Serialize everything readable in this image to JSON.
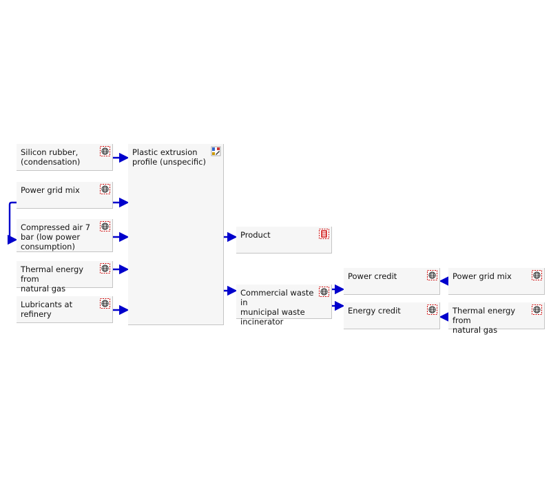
{
  "diagram": {
    "nodes": {
      "silicon_rubber": {
        "label": "Silicon rubber,\n(condensation)",
        "icon": "globe-process-icon"
      },
      "power_grid_mix_1": {
        "label": "Power grid mix",
        "icon": "globe-process-icon"
      },
      "compressed_air": {
        "label": "Compressed air 7\nbar (low power\nconsumption)",
        "icon": "globe-process-icon"
      },
      "thermal_energy_1": {
        "label": "Thermal energy from\nnatural gas",
        "icon": "globe-process-icon"
      },
      "lubricants": {
        "label": "Lubricants at refinery",
        "icon": "globe-process-icon"
      },
      "plastic_extrusion": {
        "label": "Plastic extrusion\nprofile (unspecific)",
        "icon": "main-process-icon"
      },
      "product": {
        "label": "Product",
        "icon": "product-icon"
      },
      "commercial_waste": {
        "label": "Commercial waste in\nmunicipal waste\nincinerator",
        "icon": "globe-process-icon"
      },
      "power_credit": {
        "label": "Power credit",
        "icon": "globe-process-icon"
      },
      "energy_credit": {
        "label": "Energy credit",
        "icon": "globe-process-icon"
      },
      "power_grid_mix_2": {
        "label": "Power grid mix",
        "icon": "globe-process-icon"
      },
      "thermal_energy_2": {
        "label": "Thermal energy from\nnatural gas",
        "icon": "globe-process-icon"
      }
    },
    "colors": {
      "flow_arrow": "#0000cc",
      "node_fill": "#f6f6f6",
      "node_border": "#c4c4c4",
      "icon_red": "#cc0000",
      "icon_dark": "#333333"
    }
  }
}
